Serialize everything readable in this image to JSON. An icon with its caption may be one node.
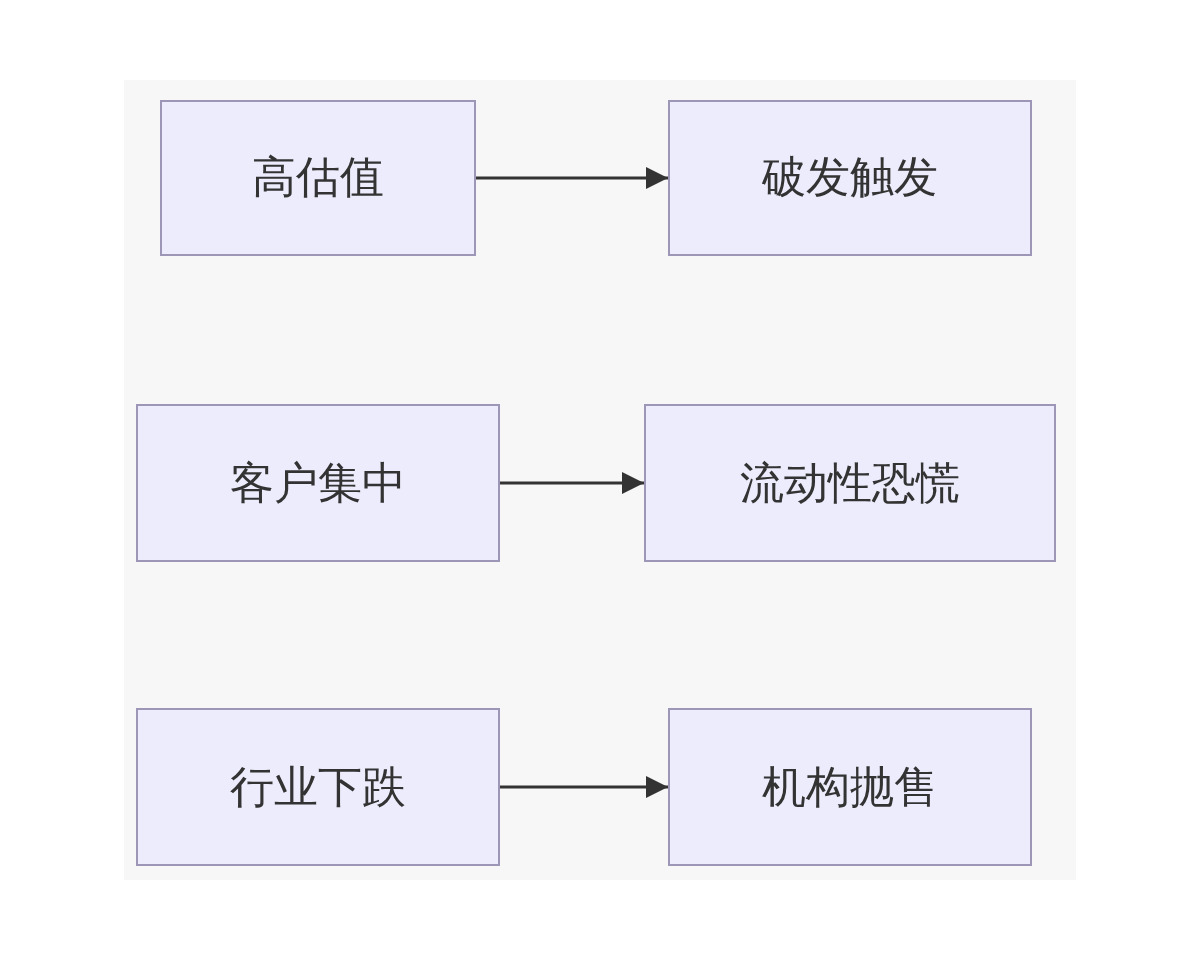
{
  "diagram": {
    "nodes": [
      {
        "text": [
          "高估值"
        ]
      },
      {
        "text": [
          "破发触发"
        ]
      },
      {
        "text": [
          "客户集中"
        ]
      },
      {
        "text": [
          "流动性恐慌"
        ]
      },
      {
        "text": [
          "行业下跌"
        ]
      },
      {
        "text": [
          "机构抛售"
        ]
      }
    ],
    "edges": [
      {
        "from": 0,
        "to": 1,
        "arrow": "to"
      },
      {
        "from": 2,
        "to": 3,
        "arrow": "to"
      },
      {
        "from": 4,
        "to": 5,
        "arrow": "to"
      }
    ]
  }
}
